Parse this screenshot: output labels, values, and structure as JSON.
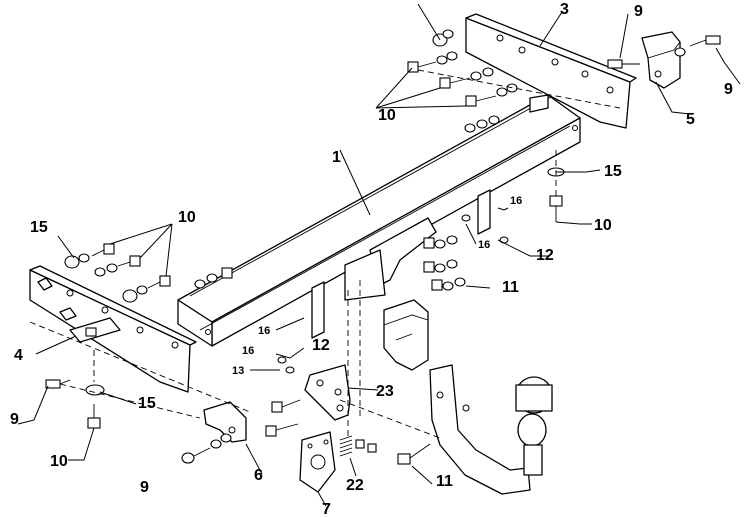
{
  "callouts": {
    "p1": "1",
    "p3": "3",
    "p4": "4",
    "p5": "5",
    "p6": "6",
    "p7": "7",
    "p9a": "9",
    "p9b": "9",
    "p9c": "9",
    "p9d": "9",
    "p10a": "10",
    "p10b": "10",
    "p10c": "10",
    "p10d": "10",
    "p11a": "11",
    "p11b": "11",
    "p12a": "12",
    "p12b": "12",
    "p13": "13",
    "p15a": "15",
    "p15b": "15",
    "p15c": "15",
    "p16a": "16",
    "p16b": "16",
    "p16c": "16",
    "p16d": "16",
    "p22": "22",
    "p23": "23"
  }
}
